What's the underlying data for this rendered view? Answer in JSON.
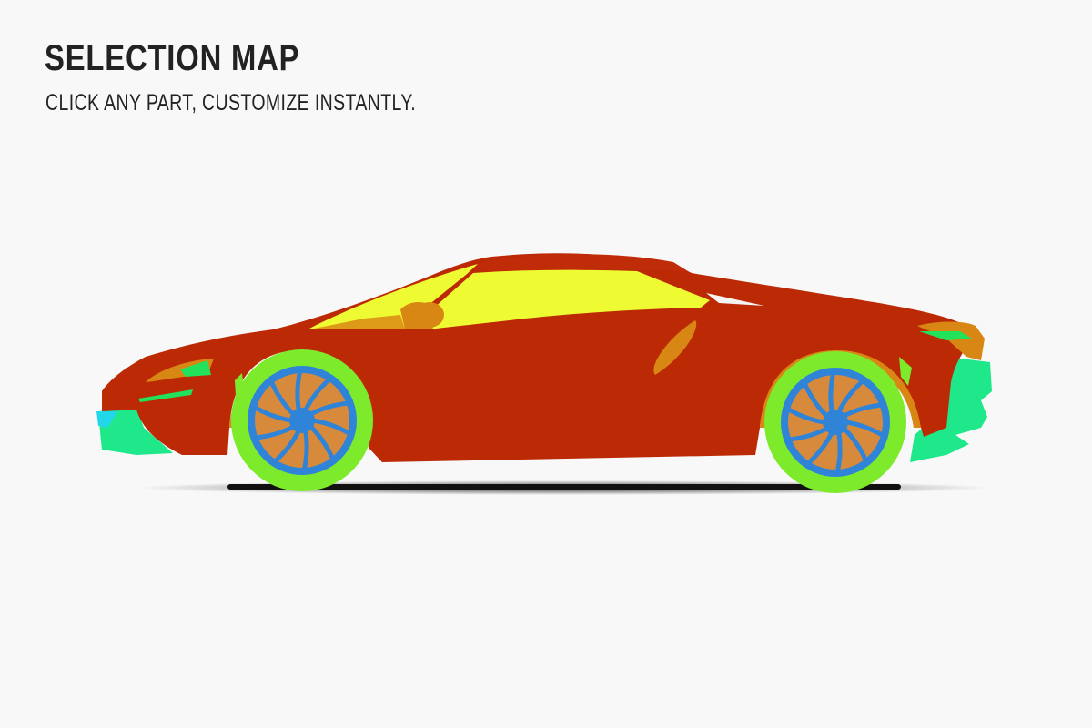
{
  "header": {
    "title": "SELECTION MAP",
    "subtitle": "CLICK ANY PART, CUSTOMIZE INSTANTLY."
  },
  "colors": {
    "body": "#bc2a05",
    "glass": "#eefb32",
    "interior": "#d98714",
    "tire": "#7deb2c",
    "rim": "#2f84d8",
    "brake": "#d88a3c",
    "lights": "#21e25a",
    "aero": "#1ee88a",
    "ground_shadow": "#111111"
  },
  "parts": [
    "body",
    "glass",
    "interior",
    "tire",
    "rim",
    "brake",
    "lights",
    "aero"
  ]
}
